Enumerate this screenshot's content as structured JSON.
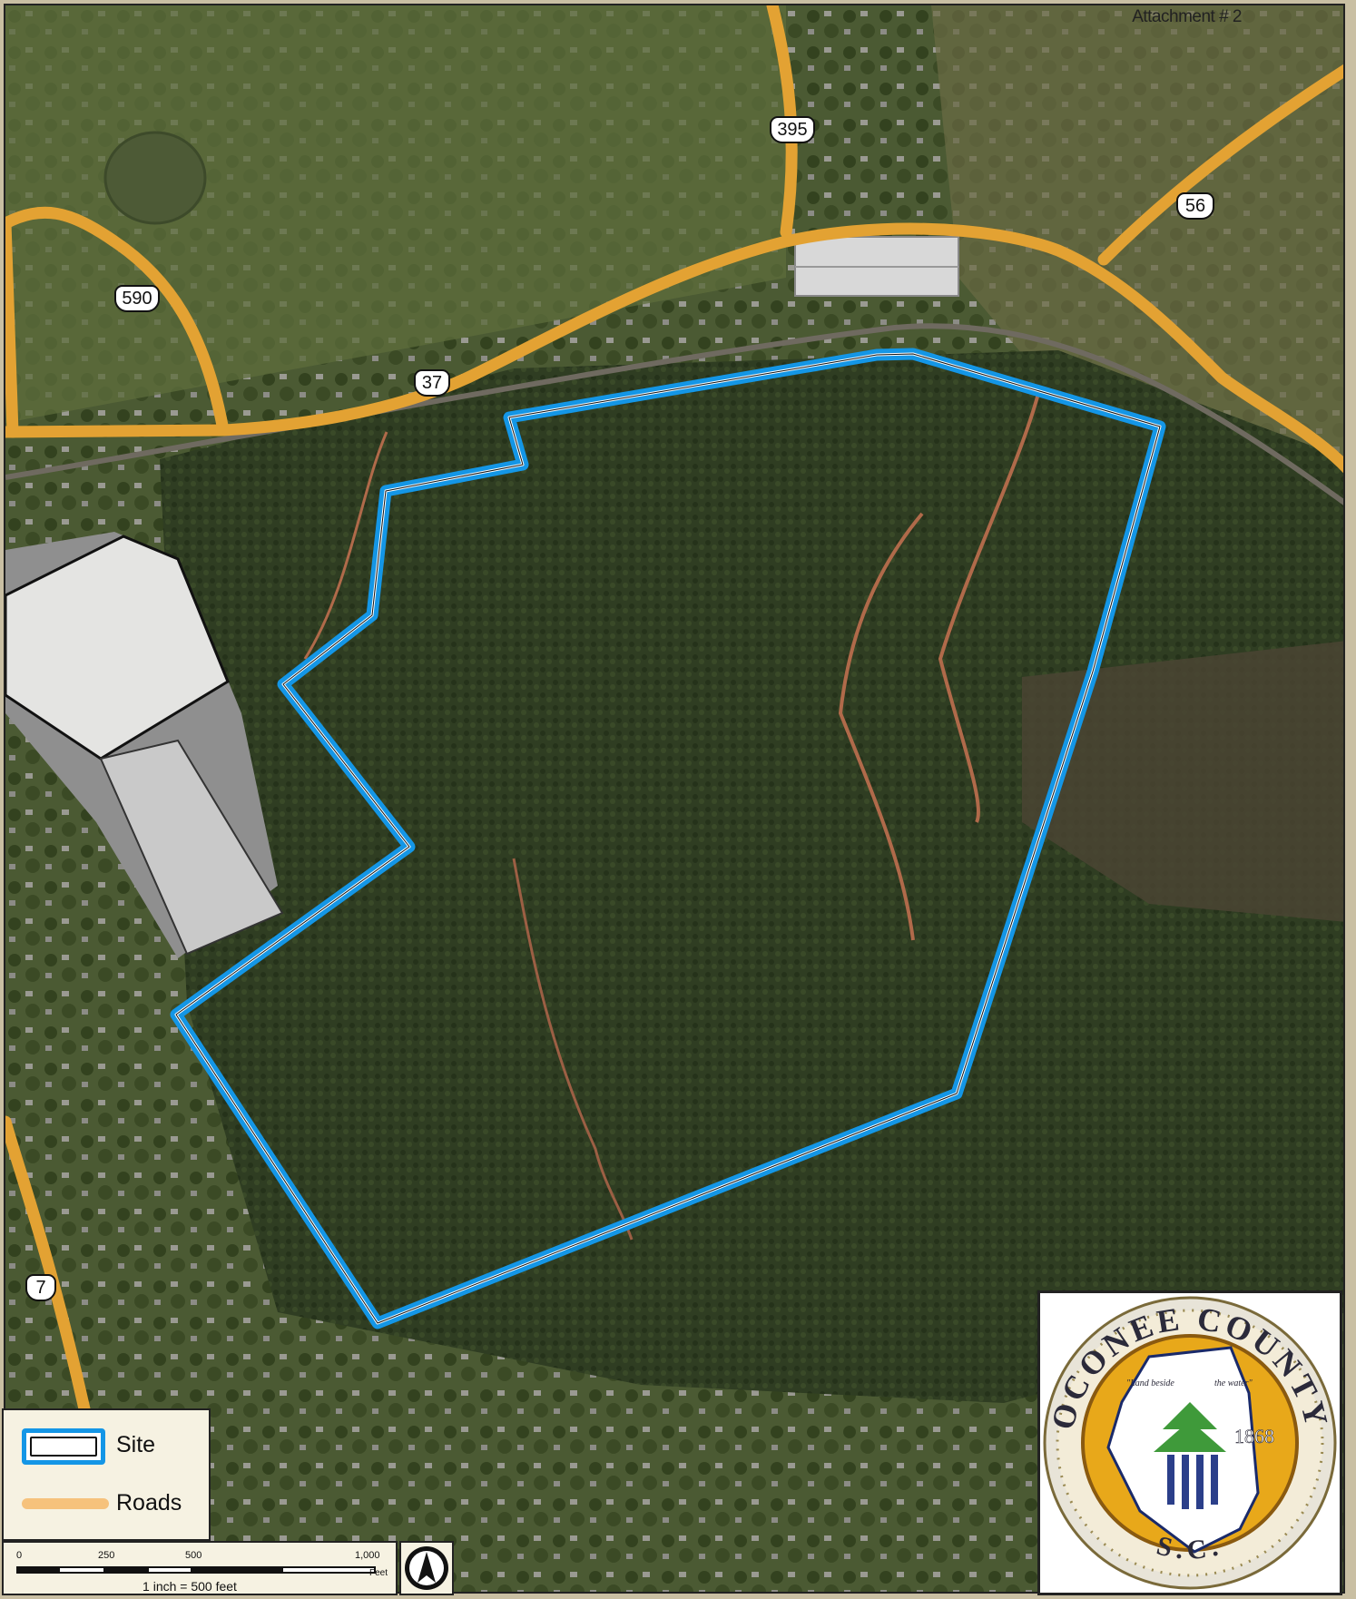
{
  "header": {
    "attachment_label": "Attachment # 2"
  },
  "roads": {
    "shields": [
      "395",
      "56",
      "590",
      "37",
      "7"
    ]
  },
  "legend": {
    "site_label": "Site",
    "roads_label": "Roads"
  },
  "scale": {
    "ticks": [
      "0",
      "250",
      "500",
      "1,000"
    ],
    "unit": "Feet",
    "caption": "1 inch = 500 feet"
  },
  "seal": {
    "top_text": "OCONEE COUNTY",
    "bottom_text": "S.C.",
    "motto_left": "\"Land beside",
    "motto_right": "the water\"",
    "year": "1868"
  },
  "colors": {
    "site_boundary": "#1496e6",
    "road": "#e3a233",
    "forest": "#2f3d22",
    "seal_gold": "#e8a81a",
    "seal_green": "#3f9a3a",
    "seal_navy": "#2b3f8a"
  },
  "icons": {
    "north_arrow": "north-arrow-icon"
  }
}
